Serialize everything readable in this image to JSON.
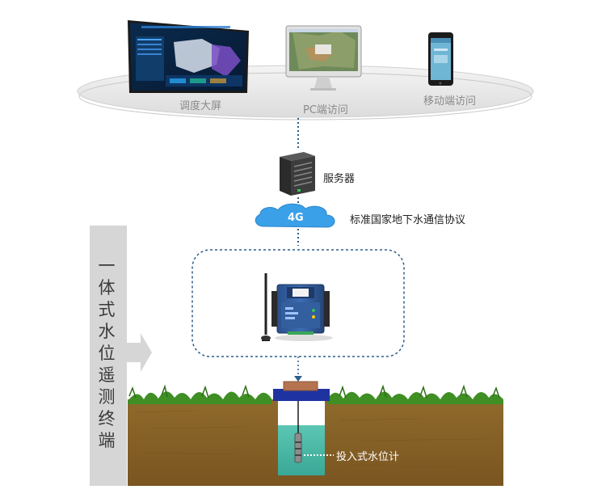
{
  "platform": {
    "big_screen_label": "调度大屏",
    "pc_label": "PC端访问",
    "mobile_label": "移动端访问"
  },
  "server": {
    "label": "服务器"
  },
  "network": {
    "cloud_text": "4G",
    "protocol_label": "标准国家地下水通信协议"
  },
  "side_title": "一体式水位遥测终端",
  "sensor": {
    "label": "投入式水位计"
  },
  "colors": {
    "platform": "#e6e6e6",
    "dotted_line": "#2f5d8a",
    "cloud": "#3aa0e8",
    "soil": "#8a6428",
    "grass": "#3f8f25",
    "well_cap": "#1f33a0",
    "water": "#4cbaa8",
    "side_bar": "#d6d6d6"
  }
}
